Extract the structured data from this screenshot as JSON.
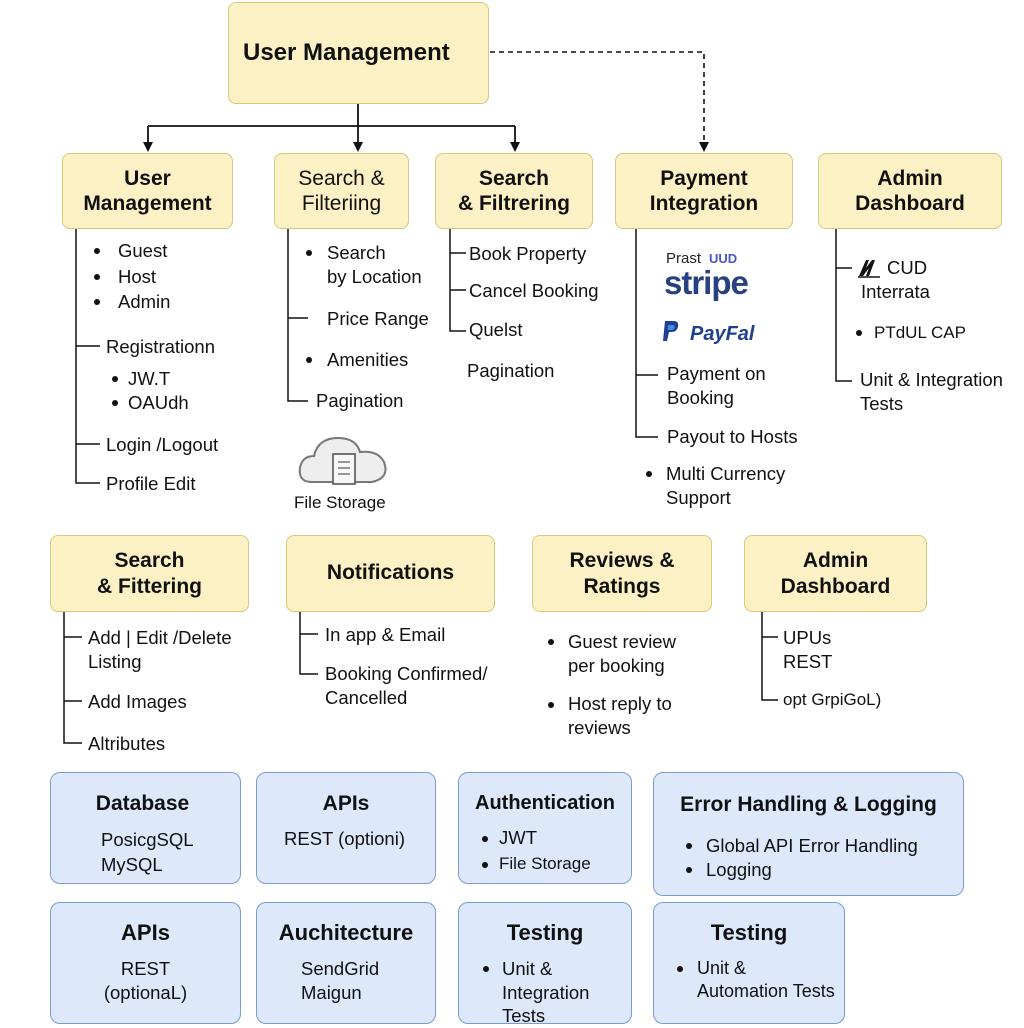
{
  "root": {
    "title": "User Management"
  },
  "top_row": [
    {
      "title": "User\nManagement",
      "items": [
        "Guest",
        "Host",
        "Admin",
        "Registrationn",
        "JW.T",
        "OAUdh",
        "Login /Logout",
        "Profile Edit"
      ]
    },
    {
      "title": "Search &\nFilteriing",
      "items": [
        "Search\nby Location",
        "Price Range",
        "Amenities",
        "Pagination"
      ],
      "storage_label": "File Storage"
    },
    {
      "title": "Search\n& Filtrering",
      "items": [
        "Book Property",
        "Cancel Booking",
        "Quelst",
        "Pagination"
      ]
    },
    {
      "title": "Payment\nIntegration",
      "logos": {
        "prast": "Prast",
        "uud": "UUD",
        "stripe": "stripe",
        "paypal": "PayFal"
      },
      "items": [
        "Payment on\nBooking",
        "Payout to Hosts",
        "Multi Currency\nSupport"
      ]
    },
    {
      "title": "Admin\nDashboard",
      "items": [
        "CUD\nInterrata",
        "PTdUL CAP",
        "Unit & Integration\nTests"
      ]
    }
  ],
  "mid_row": [
    {
      "title": "Search\n& Fittering",
      "items": [
        "Add | Edit /Delete\nListing",
        "Add Images",
        "Altributes"
      ]
    },
    {
      "title": "Notifications",
      "items": [
        "In app & Email",
        "Booking Confirmed/\nCancelled"
      ]
    },
    {
      "title": "Reviews &\nRatings",
      "items": [
        "Guest review\nper booking",
        "Host reply to\nreviews"
      ]
    },
    {
      "title": "Admin\nDashboard",
      "items": [
        "UPUs\nREST",
        "opt GrpiGoL)"
      ]
    }
  ],
  "blue_row1": [
    {
      "title": "Database",
      "lines": [
        "PosicgSQL",
        "MySQL"
      ]
    },
    {
      "title": "APIs",
      "lines": [
        "REST (optioni)"
      ]
    },
    {
      "title": "Authentication",
      "items": [
        "JWT",
        "File Storage"
      ]
    },
    {
      "title": "Error Handling & Logging",
      "items": [
        "Global API Error Handling",
        "Logging"
      ]
    }
  ],
  "blue_row2": [
    {
      "title": "APIs",
      "lines": [
        "REST",
        "(optionaL)"
      ]
    },
    {
      "title": "Auchitecture",
      "lines": [
        "SendGrid",
        "Maigun"
      ]
    },
    {
      "title": "Testing",
      "items": [
        "Unit &\nIntegration\nTests"
      ]
    },
    {
      "title": "Testing",
      "items": [
        "Unit &\nAutomation Tests"
      ]
    }
  ],
  "colors": {
    "yellow_fill": "#fbf1c4",
    "yellow_border": "#d8c978",
    "blue_fill": "#dde8fb",
    "blue_border": "#7a9cd0"
  }
}
